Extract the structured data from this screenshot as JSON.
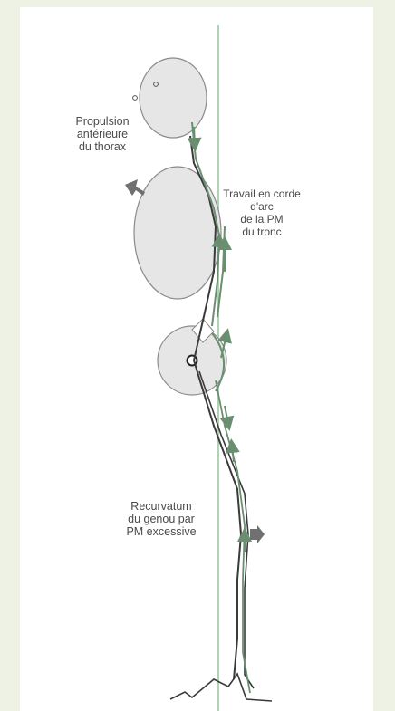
{
  "annotations": {
    "propulsion": "Propulsion\nantérieure\ndu thorax",
    "travail": "Travail en corde\nd'arc\nde la PM\ndu tronc",
    "recurvatum": "Recurvatum\ndu genou par\nPM excessive"
  },
  "colors": {
    "background": "#eef2e4",
    "panel": "#ffffff",
    "segment_fill": "#e6e6e6",
    "segment_stroke": "#8a8a8a",
    "plumb_line": "#9cc9a0",
    "body_line": "#3a3a3a",
    "muscle_line": "#6a8f70",
    "force_arrow": "#707070"
  },
  "icons": {
    "thorax_push": "arrow-up-left-icon",
    "knee_push": "arrow-right-icon"
  }
}
